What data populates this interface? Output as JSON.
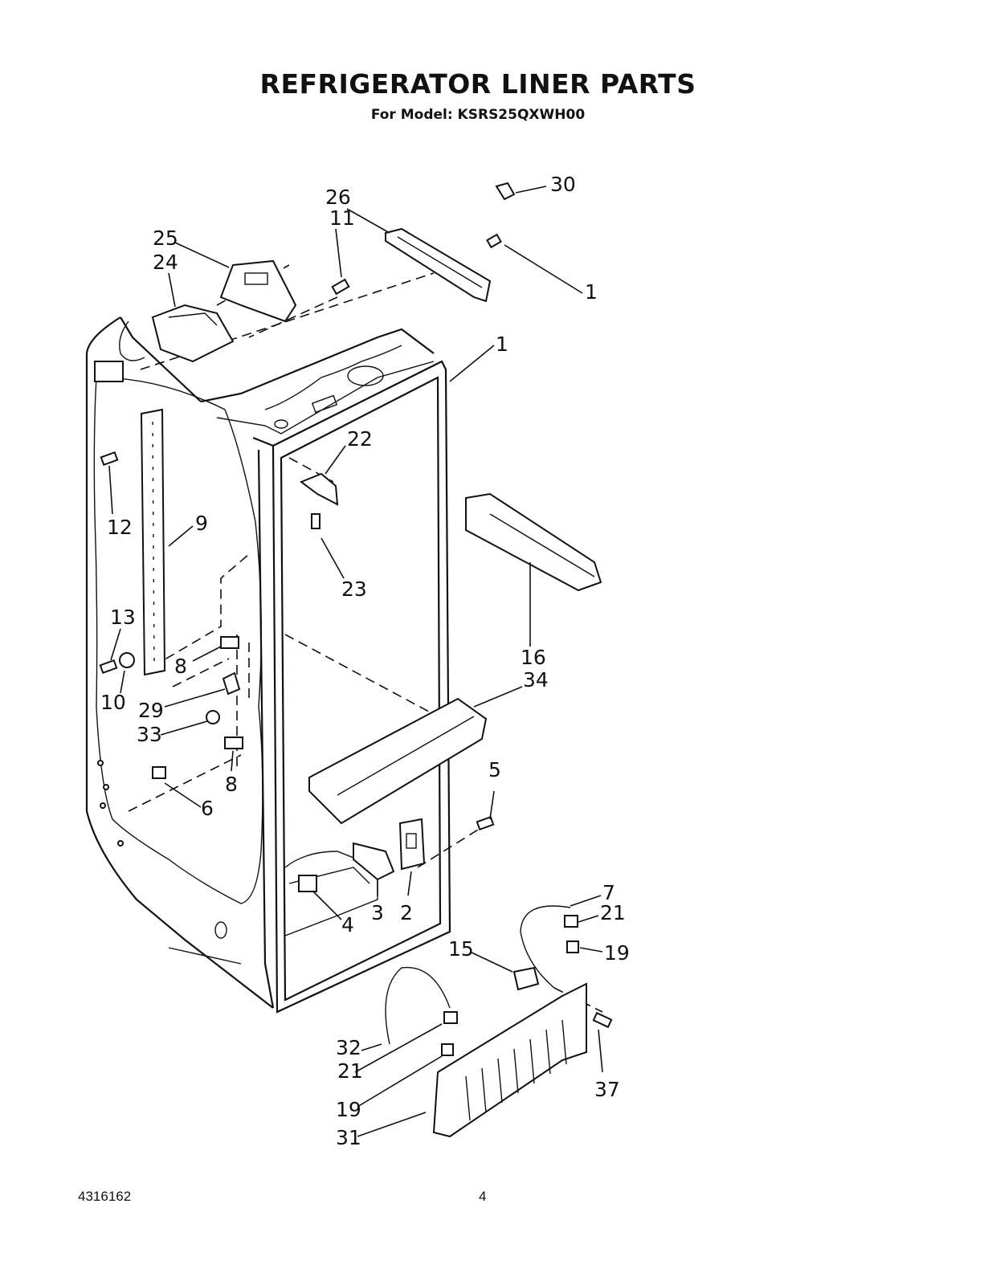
{
  "header": {
    "title": "REFRIGERATOR LINER PARTS",
    "subtitle": "For Model: KSRS25QXWH00"
  },
  "footer": {
    "doc_number": "4316162",
    "page_number": "4"
  },
  "callouts": [
    {
      "id": "c26",
      "label": "26"
    },
    {
      "id": "c11",
      "label": "11"
    },
    {
      "id": "c30",
      "label": "30"
    },
    {
      "id": "c25",
      "label": "25"
    },
    {
      "id": "c24",
      "label": "24"
    },
    {
      "id": "c1a",
      "label": "1"
    },
    {
      "id": "c1b",
      "label": "1"
    },
    {
      "id": "c22",
      "label": "22"
    },
    {
      "id": "c12",
      "label": "12"
    },
    {
      "id": "c9",
      "label": "9"
    },
    {
      "id": "c23",
      "label": "23"
    },
    {
      "id": "c13",
      "label": "13"
    },
    {
      "id": "c16",
      "label": "16"
    },
    {
      "id": "c8a",
      "label": "8"
    },
    {
      "id": "c34",
      "label": "34"
    },
    {
      "id": "c10",
      "label": "10"
    },
    {
      "id": "c29",
      "label": "29"
    },
    {
      "id": "c33",
      "label": "33"
    },
    {
      "id": "c5",
      "label": "5"
    },
    {
      "id": "c8b",
      "label": "8"
    },
    {
      "id": "c6",
      "label": "6"
    },
    {
      "id": "c7",
      "label": "7"
    },
    {
      "id": "c21a",
      "label": "21"
    },
    {
      "id": "c3",
      "label": "3"
    },
    {
      "id": "c2",
      "label": "2"
    },
    {
      "id": "c4",
      "label": "4"
    },
    {
      "id": "c15",
      "label": "15"
    },
    {
      "id": "c19a",
      "label": "19"
    },
    {
      "id": "c32",
      "label": "32"
    },
    {
      "id": "c21b",
      "label": "21"
    },
    {
      "id": "c37",
      "label": "37"
    },
    {
      "id": "c19b",
      "label": "19"
    },
    {
      "id": "c31",
      "label": "31"
    }
  ]
}
